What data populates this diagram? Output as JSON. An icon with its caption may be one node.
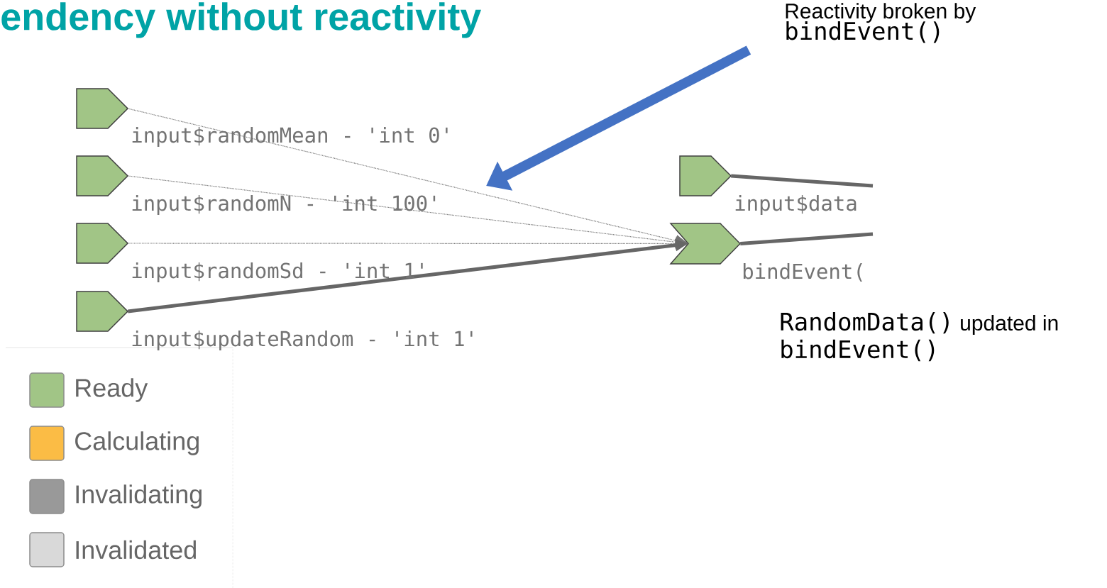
{
  "diagram": {
    "title": "endency without reactivity",
    "nodes": [
      {
        "text": [],
        "shape": "pentagon",
        "beside": [
          "input$randomMean - 'int 0'"
        ]
      },
      {
        "text": [],
        "shape": "pentagon",
        "beside": [
          "input$randomN - 'int 100'"
        ]
      },
      {
        "text": [],
        "shape": "pentagon",
        "beside": [
          "input$randomSd - 'int 1'"
        ]
      },
      {
        "text": [],
        "shape": "pentagon",
        "beside": [
          "input$updateRandom - 'int 1'"
        ]
      },
      {
        "text": [],
        "shape": "pentagon",
        "beside": [
          "input$data"
        ]
      },
      {
        "text": [],
        "shape": "chevron",
        "beside": [
          "bindEvent("
        ]
      },
      {
        "text": [
          "Reactivity broken by",
          "bindEvent()"
        ]
      }
    ],
    "edges": [
      {
        "from": 0,
        "to": 5,
        "arrow": "to",
        "style": "dashed"
      },
      {
        "from": 1,
        "to": 5,
        "arrow": "to",
        "style": "dashed"
      },
      {
        "from": 2,
        "to": 5,
        "arrow": "to",
        "style": "dashed"
      },
      {
        "from": 3,
        "to": 5,
        "arrow": "to"
      },
      {
        "from": 4,
        "to": null,
        "arrow": "none"
      },
      {
        "from": 5,
        "to": null,
        "arrow": "none"
      },
      {
        "from": 6,
        "to": null,
        "arrow": "to",
        "style": "thick",
        "color": "#4472c4"
      }
    ],
    "labels": [
      "RandomData()",
      "updated in",
      "bindEvent()"
    ],
    "legend": [
      {
        "text": "Ready",
        "color": "#a1c586"
      },
      {
        "text": "Calculating",
        "color": "#fbbc45"
      },
      {
        "text": "Invalidating",
        "color": "#999999"
      },
      {
        "text": "Invalidated",
        "color": "#d9d9d9"
      }
    ]
  }
}
